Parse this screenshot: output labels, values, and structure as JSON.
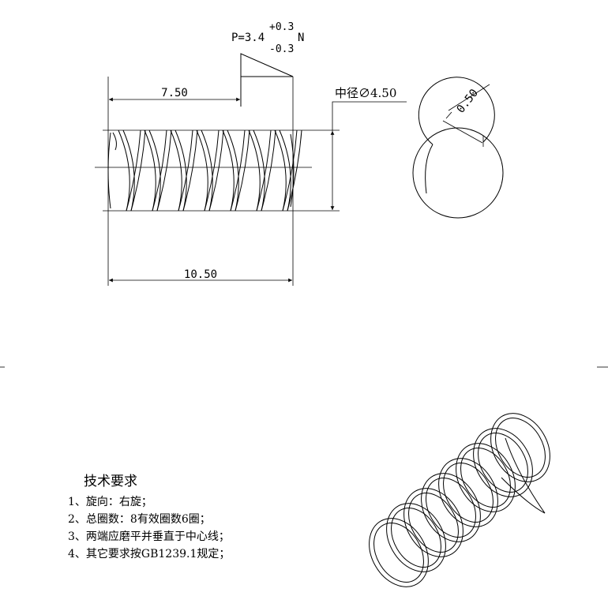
{
  "force": {
    "prefix": "P=3.4",
    "upper_tol": "+0.3",
    "lower_tol": "-0.3",
    "unit": "N"
  },
  "dimensions": {
    "offset": "7.50",
    "free_length": "10.50",
    "mean_diameter": "中径∅4.50",
    "wire_diameter": "0.50"
  },
  "notes": {
    "title": "技术要求",
    "items": [
      "1、旋向：右旋；",
      "2、总圈数：8有效圈数6圈；",
      "3、两端应磨平并垂直于中心线；",
      "4、其它要求按GB1239.1规定；"
    ]
  },
  "colors": {
    "line": "#000000",
    "background": "#ffffff"
  }
}
